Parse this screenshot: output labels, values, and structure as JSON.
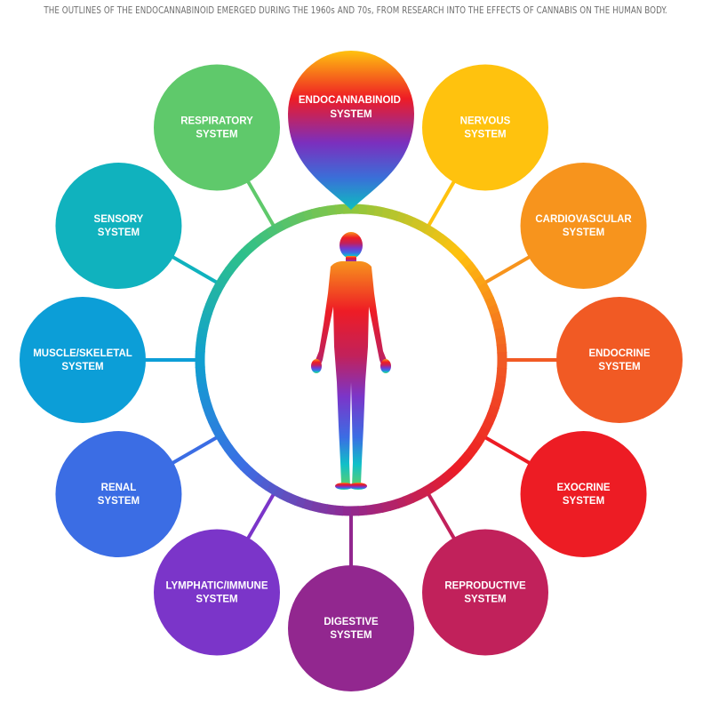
{
  "caption": "THE OUTLINES OF THE ENDOCANNABINOID EMERGED DURING THE 1960s AND 70s, FROM RESEARCH INTO THE EFFECTS OF CANNABIS ON THE HUMAN BODY.",
  "hub": {
    "label_lines": [
      "ENDOCANNABINOID",
      "SYSTEM"
    ],
    "gradient": [
      "#ffc20e",
      "#ee1c25",
      "#7b2fbe",
      "#3a6fd8",
      "#0dbfbf"
    ]
  },
  "systems": [
    {
      "id": "nervous",
      "label_lines": [
        "NERVOUS",
        "SYSTEM"
      ],
      "color": "#ffc20e"
    },
    {
      "id": "cardiovascular",
      "label_lines": [
        "CARDIOVASCULAR",
        "SYSTEM"
      ],
      "color": "#f7941d"
    },
    {
      "id": "endocrine",
      "label_lines": [
        "ENDOCRINE",
        "SYSTEM"
      ],
      "color": "#f15a24"
    },
    {
      "id": "exocrine",
      "label_lines": [
        "EXOCRINE",
        "SYSTEM"
      ],
      "color": "#ed1c24"
    },
    {
      "id": "reproductive",
      "label_lines": [
        "REPRODUCTIVE",
        "SYSTEM"
      ],
      "color": "#c1215b"
    },
    {
      "id": "digestive",
      "label_lines": [
        "DIGESTIVE",
        "SYSTEM"
      ],
      "color": "#92278f"
    },
    {
      "id": "lymphatic-immune",
      "label_lines": [
        "LYMPHATIC/IMMUNE",
        "SYSTEM"
      ],
      "color": "#7b35c9"
    },
    {
      "id": "renal",
      "label_lines": [
        "RENAL",
        "SYSTEM"
      ],
      "color": "#3b6de4"
    },
    {
      "id": "muscle-skeletal",
      "label_lines": [
        "MUSCLE/SKELETAL",
        "SYSTEM"
      ],
      "color": "#0c9ed7"
    },
    {
      "id": "sensory",
      "label_lines": [
        "SENSORY",
        "SYSTEM"
      ],
      "color": "#10b2be"
    },
    {
      "id": "respiratory",
      "label_lines": [
        "RESPIRATORY",
        "SYSTEM"
      ],
      "color": "#5fc96b"
    }
  ],
  "ring_colors": {
    "top": "#8dc63f",
    "upper_right": "#ffc20e",
    "right": "#f15a24",
    "lower_right": "#ed1c24",
    "bottom": "#92278f",
    "lower_left": "#3b6de4",
    "left": "#10a0d0",
    "upper_left": "#2ec08a"
  },
  "figure_gradient": [
    "#f7941d",
    "#ee1c25",
    "#c1215b",
    "#7b35c9",
    "#3b6de4",
    "#10c0c8",
    "#5fd068"
  ]
}
